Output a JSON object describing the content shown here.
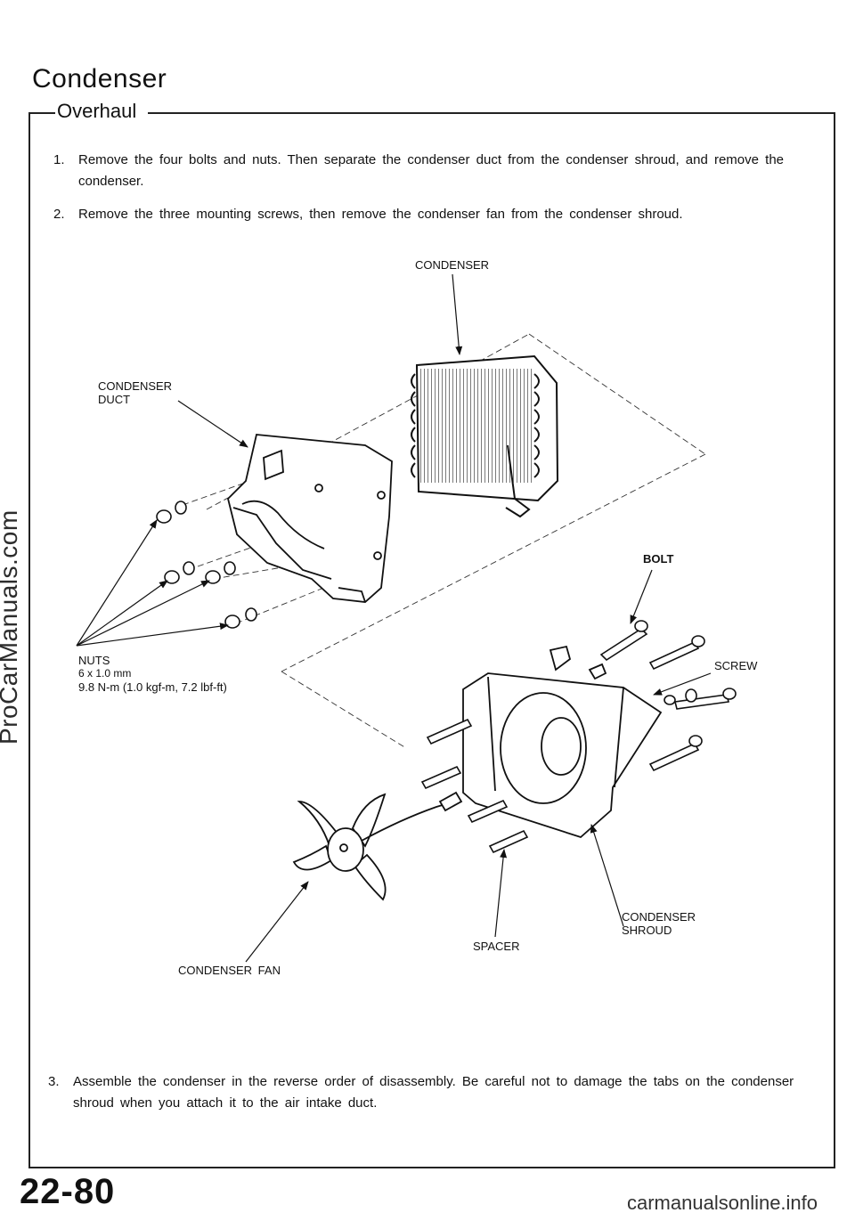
{
  "page": {
    "title": "Condenser",
    "section": "Overhaul",
    "steps": [
      {
        "num": "1.",
        "text_line1": "Remove the four bolts and nuts. Then separate the condenser duct from the condenser shroud, and remove the",
        "text_line2": "condenser."
      },
      {
        "num": "2.",
        "text_line1": "Remove the three mounting screws, then remove the condenser fan from the condenser shroud."
      },
      {
        "num": "3.",
        "text_line1": "Assemble the condenser in the reverse order of disassembly. Be careful not to damage the tabs on the condenser",
        "text_line2": "shroud when you attach it to the air intake duct."
      }
    ],
    "page_number": "22-80",
    "watermark": "ProCarManuals.com",
    "footer_url": "carmanualsonline.info"
  },
  "diagram": {
    "labels": {
      "condenser": "CONDENSER",
      "condenser_duct_line1": "CONDENSER",
      "condenser_duct_line2": "DUCT",
      "bolt": "BOLT",
      "nuts": "NUTS",
      "nuts_size": "6 x 1.0 mm",
      "nuts_torque": "9.8 N-m (1.0 kgf-m, 7.2 lbf-ft)",
      "screw": "SCREW",
      "shroud_line1": "CONDENSER",
      "shroud_line2": "SHROUD",
      "spacer": "SPACER",
      "fan": "CONDENSER FAN"
    }
  }
}
